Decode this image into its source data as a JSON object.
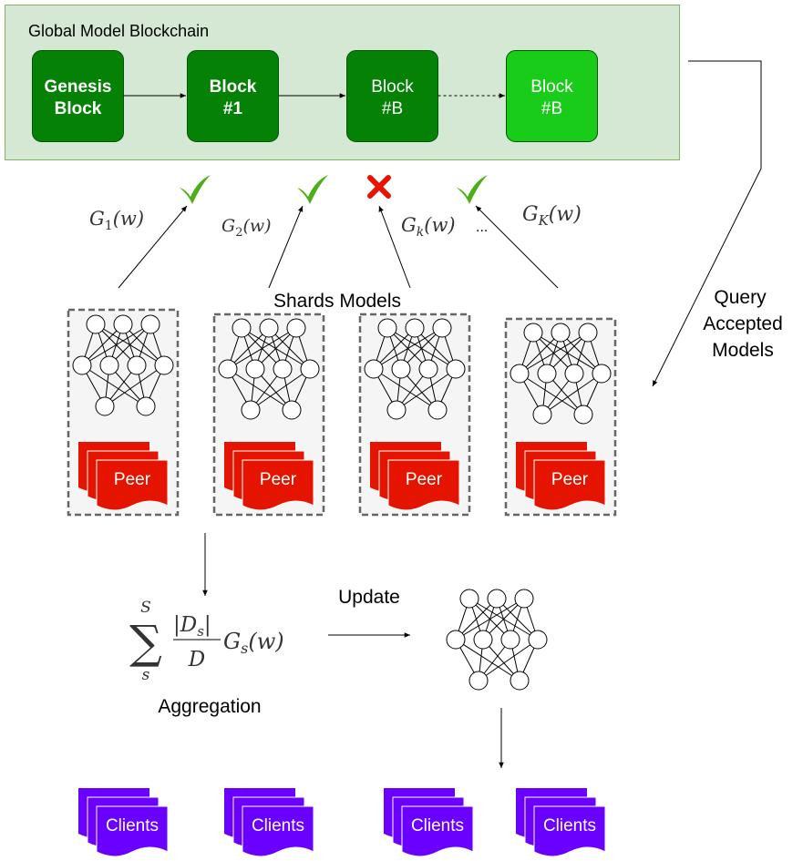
{
  "blockchain": {
    "title": "Global Model Blockchain",
    "blocks": [
      {
        "line1": "Genesis",
        "line2": "Block",
        "bold": true,
        "color": "#058205"
      },
      {
        "line1": "Block",
        "line2": "#1",
        "bold": true,
        "color": "#058205"
      },
      {
        "line1": "Block",
        "line2": "#B",
        "bold": false,
        "color": "#058205"
      },
      {
        "line1": "Block",
        "line2": "#B",
        "bold": false,
        "color": "#19cc19"
      }
    ],
    "background_color": "#d5e8d4",
    "border_color": "#82b366"
  },
  "validation_marks": [
    {
      "status": "accepted-check"
    },
    {
      "status": "accepted-check"
    },
    {
      "status": "rejected-cross"
    },
    {
      "status": "accepted-check"
    }
  ],
  "shard_labels": [
    {
      "base": "G",
      "sub": "1",
      "arg": "(w)"
    },
    {
      "base": "G",
      "sub": "2",
      "arg": "(w)"
    },
    {
      "base": "G",
      "sub": "k",
      "arg": "(w)"
    },
    {
      "base": "G",
      "sub": "K",
      "arg": "(w)"
    }
  ],
  "ellipsis": "...",
  "shards_title": "Shards Models",
  "shards": [
    {
      "peer_label": "Peer"
    },
    {
      "peer_label": "Peer"
    },
    {
      "peer_label": "Peer"
    },
    {
      "peer_label": "Peer"
    }
  ],
  "query_label": {
    "line1": "Query",
    "line2": "Accepted",
    "line3": "Models"
  },
  "formula": {
    "sum_top": "S",
    "sum_bottom": "s",
    "sigma": "∑",
    "numerator": "|D",
    "numerator_sub": "s",
    "numerator_end": "|",
    "denominator": "D",
    "term": "G",
    "term_sub": "s",
    "term_arg": "(w)"
  },
  "aggregation_label": "Aggregation",
  "update_label": "Update",
  "clients": [
    {
      "label": "Clients"
    },
    {
      "label": "Clients"
    },
    {
      "label": "Clients"
    },
    {
      "label": "Clients"
    }
  ],
  "colors": {
    "peer": "#e51400",
    "clients": "#6a00ff",
    "shard_bg": "#f5f5f5",
    "check": "#4caf1a",
    "cross": "#e51400"
  }
}
